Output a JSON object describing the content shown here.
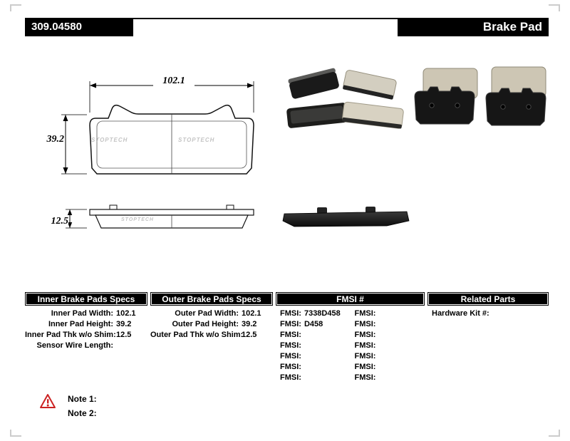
{
  "header": {
    "part_number": "309.04580",
    "product_title": "Brake Pad"
  },
  "drawing": {
    "width_dim": "102.1",
    "height_dim": "39.2",
    "thickness_dim": "12.5",
    "watermark": "STOPTECH"
  },
  "sections": {
    "inner": {
      "title": "Inner Brake Pads Specs",
      "rows": [
        {
          "label": "Inner Pad Width:",
          "value": "102.1"
        },
        {
          "label": "Inner Pad Height:",
          "value": "39.2"
        },
        {
          "label": "Inner Pad Thk w/o Shim:",
          "value": "12.5"
        },
        {
          "label": "Sensor Wire Length:",
          "value": ""
        }
      ]
    },
    "outer": {
      "title": "Outer Brake Pads Specs",
      "rows": [
        {
          "label": "Outer Pad Width:",
          "value": "102.1"
        },
        {
          "label": "Outer Pad Height:",
          "value": "39.2"
        },
        {
          "label": "Outer Pad Thk w/o Shim:",
          "value": "12.5"
        }
      ]
    },
    "fmsi": {
      "title": "FMSI #",
      "left": [
        {
          "label": "FMSI:",
          "value": "7338D458"
        },
        {
          "label": "FMSI:",
          "value": "D458"
        },
        {
          "label": "FMSI:",
          "value": ""
        },
        {
          "label": "FMSI:",
          "value": ""
        },
        {
          "label": "FMSI:",
          "value": ""
        },
        {
          "label": "FMSI:",
          "value": ""
        },
        {
          "label": "FMSI:",
          "value": ""
        }
      ],
      "right": [
        {
          "label": "FMSI:",
          "value": ""
        },
        {
          "label": "FMSI:",
          "value": ""
        },
        {
          "label": "FMSI:",
          "value": ""
        },
        {
          "label": "FMSI:",
          "value": ""
        },
        {
          "label": "FMSI:",
          "value": ""
        },
        {
          "label": "FMSI:",
          "value": ""
        },
        {
          "label": "FMSI:",
          "value": ""
        }
      ]
    },
    "related": {
      "title": "Related Parts",
      "rows": [
        {
          "label": "Hardware Kit #:",
          "value": ""
        }
      ]
    }
  },
  "notes": [
    {
      "label": "Note 1:"
    },
    {
      "label": "Note 2:"
    }
  ]
}
